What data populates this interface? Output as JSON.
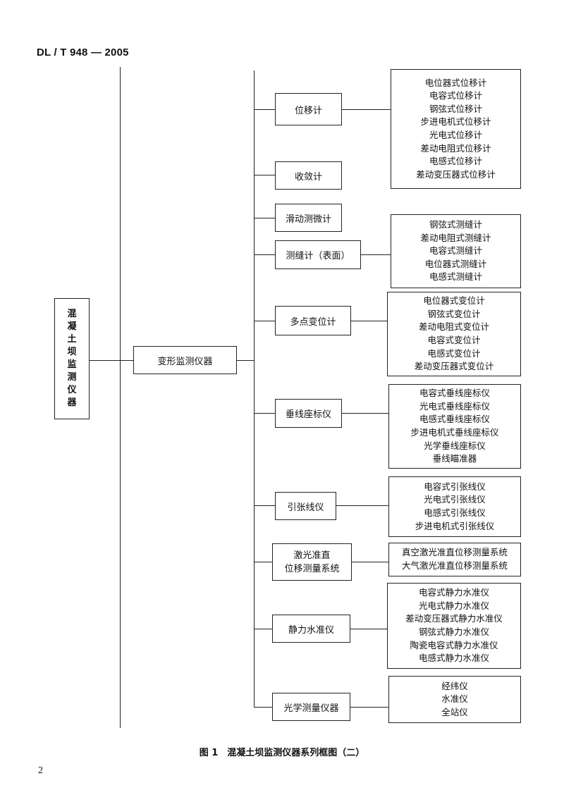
{
  "header": {
    "doc_code": "DL / T 948 — 2005"
  },
  "diagram": {
    "root": "混凝土坝监测仪器",
    "mid": "变形监测仪器",
    "categories": [
      {
        "label": "位移计",
        "items": [
          "电位器式位移计",
          "电容式位移计",
          "钢弦式位移计",
          "步进电机式位移计",
          "光电式位移计",
          "差动电阻式位移计",
          "电感式位移计",
          "差动变压器式位移计"
        ]
      },
      {
        "label": "收敛计",
        "items": []
      },
      {
        "label": "滑动测微计",
        "items": []
      },
      {
        "label": "测缝计（表面）",
        "items": [
          "钢弦式测缝计",
          "差动电阻式测缝计",
          "电容式测缝计",
          "电位器式测缝计",
          "电感式测缝计"
        ]
      },
      {
        "label": "多点变位计",
        "items": [
          "电位器式变位计",
          "钢弦式变位计",
          "差动电阻式变位计",
          "电容式变位计",
          "电感式变位计",
          "差动变压器式变位计"
        ]
      },
      {
        "label": "垂线座标仪",
        "items": [
          "电容式垂线座标仪",
          "光电式垂线座标仪",
          "电感式垂线座标仪",
          "步进电机式垂线座标仪",
          "光学垂线座标仪",
          "垂线瞄准器"
        ]
      },
      {
        "label": "引张线仪",
        "items": [
          "电容式引张线仪",
          "光电式引张线仪",
          "电感式引张线仪",
          "步进电机式引张线仪"
        ]
      },
      {
        "label_lines": [
          "激光准直",
          "位移测量系统"
        ],
        "items": [
          "真空激光准直位移测量系统",
          "大气激光准直位移测量系统"
        ]
      },
      {
        "label": "静力水准仪",
        "items": [
          "电容式静力水准仪",
          "光电式静力水准仪",
          "差动变压器式静力水准仪",
          "钢弦式静力水准仪",
          "陶瓷电容式静力水准仪",
          "电感式静力水准仪"
        ]
      },
      {
        "label": "光学测量仪器",
        "items": [
          "经纬仪",
          "水准仪",
          "全站仪"
        ]
      }
    ]
  },
  "caption": "图 1　混凝土坝监测仪器系列框图（二）",
  "page_number": "2"
}
